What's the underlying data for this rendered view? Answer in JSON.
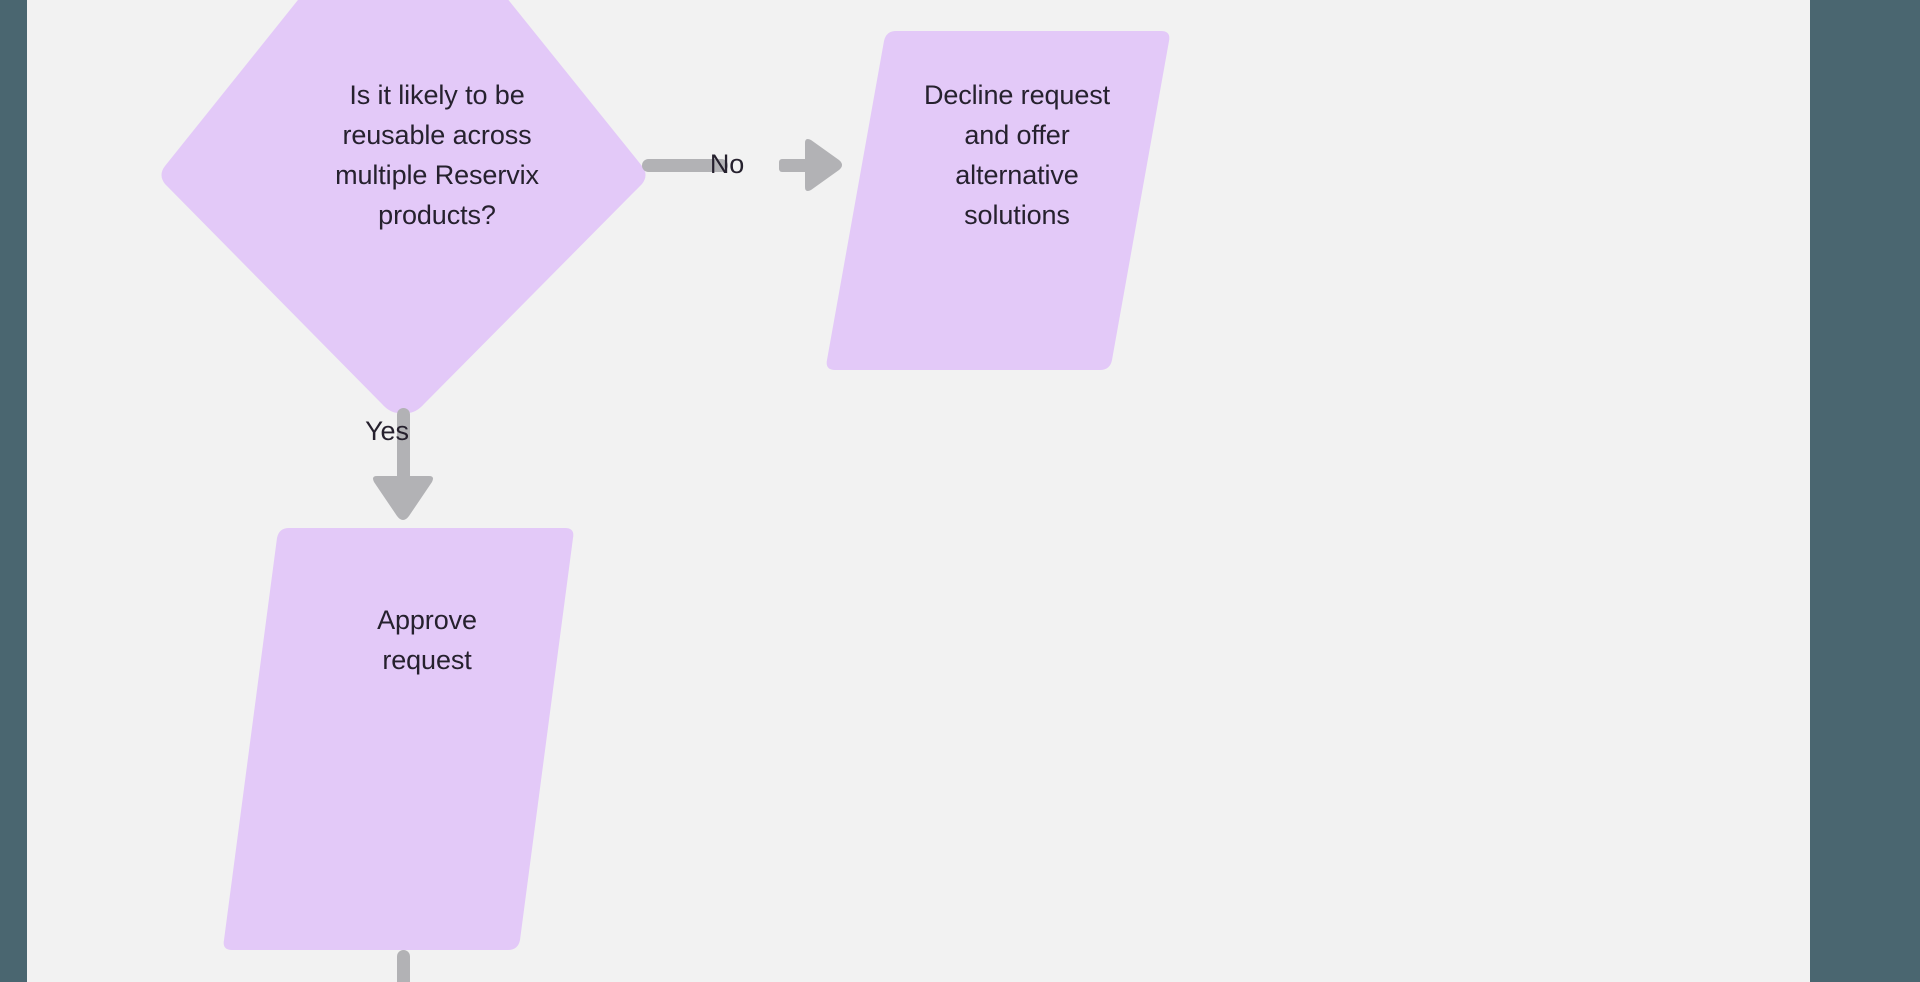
{
  "canvas": {
    "background_color": "#f2f2f2",
    "chrome_color": "#4a6670"
  },
  "theme": {
    "node_fill": "#e3c9f8",
    "node_text_color": "#26212e",
    "edge_color": "#b2b2b5",
    "edge_label_color": "#26212e"
  },
  "diagram": {
    "type": "flowchart",
    "nodes": [
      {
        "id": "decision-reusable",
        "shape": "diamond",
        "text": "Is it likely to be\nreusable across\nmultiple Reservix\nproducts?",
        "fill": "#e3c9f8"
      },
      {
        "id": "decline-request",
        "shape": "parallelogram",
        "text": "Decline request\nand offer\nalternative\nsolutions",
        "fill": "#e3c9f8"
      },
      {
        "id": "approve-request",
        "shape": "parallelogram",
        "text": "Approve\nrequest",
        "fill": "#e3c9f8"
      }
    ],
    "edges": [
      {
        "id": "edge-no",
        "from": "decision-reusable",
        "to": "decline-request",
        "label": "No",
        "direction": "right"
      },
      {
        "id": "edge-yes",
        "from": "decision-reusable",
        "to": "approve-request",
        "label": "Yes",
        "direction": "down"
      },
      {
        "id": "edge-approve-out",
        "from": "approve-request",
        "to": "",
        "label": "",
        "direction": "down"
      }
    ]
  }
}
